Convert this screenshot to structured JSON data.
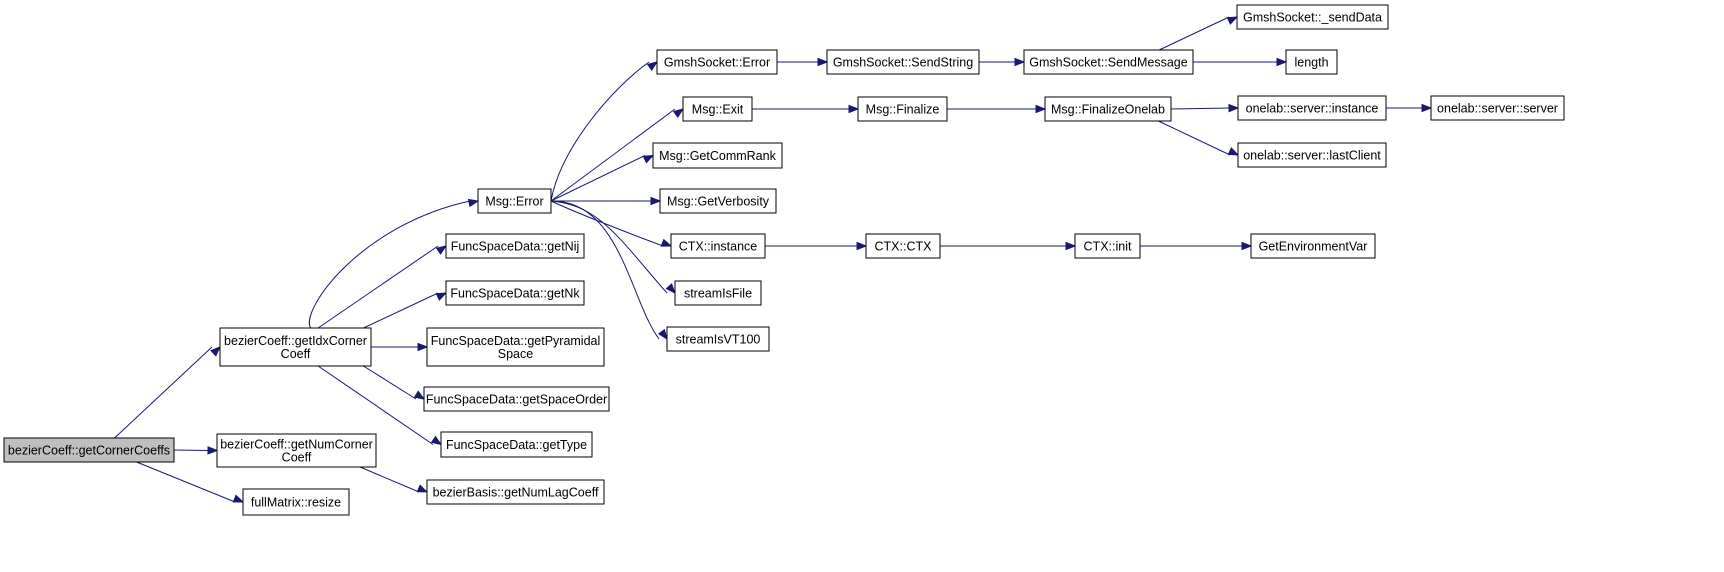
{
  "graph": {
    "nodes": [
      {
        "id": "root",
        "lines": [
          "bezierCoeff::getCornerCoeffs"
        ],
        "highlighted": true
      },
      {
        "id": "getIdx",
        "lines": [
          "bezierCoeff::getIdxCorner",
          "Coeff"
        ]
      },
      {
        "id": "getNum",
        "lines": [
          "bezierCoeff::getNumCorner",
          "Coeff"
        ]
      },
      {
        "id": "resize",
        "lines": [
          "fullMatrix::resize"
        ]
      },
      {
        "id": "msgError",
        "lines": [
          "Msg::Error"
        ]
      },
      {
        "id": "getNij",
        "lines": [
          "FuncSpaceData::getNij"
        ]
      },
      {
        "id": "getNk",
        "lines": [
          "FuncSpaceData::getNk"
        ]
      },
      {
        "id": "getPyr",
        "lines": [
          "FuncSpaceData::getPyramidal",
          "Space"
        ]
      },
      {
        "id": "getSpaceOrder",
        "lines": [
          "FuncSpaceData::getSpaceOrder"
        ]
      },
      {
        "id": "getType",
        "lines": [
          "FuncSpaceData::getType"
        ]
      },
      {
        "id": "getNumLag",
        "lines": [
          "bezierBasis::getNumLagCoeff"
        ]
      },
      {
        "id": "gsError",
        "lines": [
          "GmshSocket::Error"
        ]
      },
      {
        "id": "msgExit",
        "lines": [
          "Msg::Exit"
        ]
      },
      {
        "id": "commRank",
        "lines": [
          "Msg::GetCommRank"
        ]
      },
      {
        "id": "verbosity",
        "lines": [
          "Msg::GetVerbosity"
        ]
      },
      {
        "id": "ctxInstance",
        "lines": [
          "CTX::instance"
        ]
      },
      {
        "id": "streamFile",
        "lines": [
          "streamIsFile"
        ]
      },
      {
        "id": "streamVT",
        "lines": [
          "streamIsVT100"
        ]
      },
      {
        "id": "sendString",
        "lines": [
          "GmshSocket::SendString"
        ]
      },
      {
        "id": "finalize",
        "lines": [
          "Msg::Finalize"
        ]
      },
      {
        "id": "ctxCtx",
        "lines": [
          "CTX::CTX"
        ]
      },
      {
        "id": "sendMessage",
        "lines": [
          "GmshSocket::SendMessage"
        ]
      },
      {
        "id": "finalizeOnelab",
        "lines": [
          "Msg::FinalizeOnelab"
        ]
      },
      {
        "id": "ctxInit",
        "lines": [
          "CTX::init"
        ]
      },
      {
        "id": "sendData",
        "lines": [
          "GmshSocket::_sendData"
        ]
      },
      {
        "id": "length",
        "lines": [
          "length"
        ]
      },
      {
        "id": "srvInstance",
        "lines": [
          "onelab::server::instance"
        ]
      },
      {
        "id": "lastClient",
        "lines": [
          "onelab::server::lastClient"
        ]
      },
      {
        "id": "srvServer",
        "lines": [
          "onelab::server::server"
        ]
      },
      {
        "id": "envVar",
        "lines": [
          "GetEnvironmentVar"
        ]
      }
    ],
    "edges": [
      [
        "root",
        "getIdx"
      ],
      [
        "root",
        "getNum"
      ],
      [
        "root",
        "resize"
      ],
      [
        "getIdx",
        "msgError"
      ],
      [
        "getIdx",
        "getNij"
      ],
      [
        "getIdx",
        "getNk"
      ],
      [
        "getIdx",
        "getPyr"
      ],
      [
        "getIdx",
        "getSpaceOrder"
      ],
      [
        "getIdx",
        "getType"
      ],
      [
        "getNum",
        "getNumLag"
      ],
      [
        "msgError",
        "gsError"
      ],
      [
        "msgError",
        "msgExit"
      ],
      [
        "msgError",
        "commRank"
      ],
      [
        "msgError",
        "verbosity"
      ],
      [
        "msgError",
        "ctxInstance"
      ],
      [
        "msgError",
        "streamFile"
      ],
      [
        "msgError",
        "streamVT"
      ],
      [
        "gsError",
        "sendString"
      ],
      [
        "sendString",
        "sendMessage"
      ],
      [
        "sendMessage",
        "sendData"
      ],
      [
        "sendMessage",
        "length"
      ],
      [
        "msgExit",
        "finalize"
      ],
      [
        "finalize",
        "finalizeOnelab"
      ],
      [
        "finalizeOnelab",
        "srvInstance"
      ],
      [
        "finalizeOnelab",
        "lastClient"
      ],
      [
        "srvInstance",
        "srvServer"
      ],
      [
        "ctxInstance",
        "ctxCtx"
      ],
      [
        "ctxCtx",
        "ctxInit"
      ],
      [
        "ctxInit",
        "envVar"
      ]
    ]
  }
}
